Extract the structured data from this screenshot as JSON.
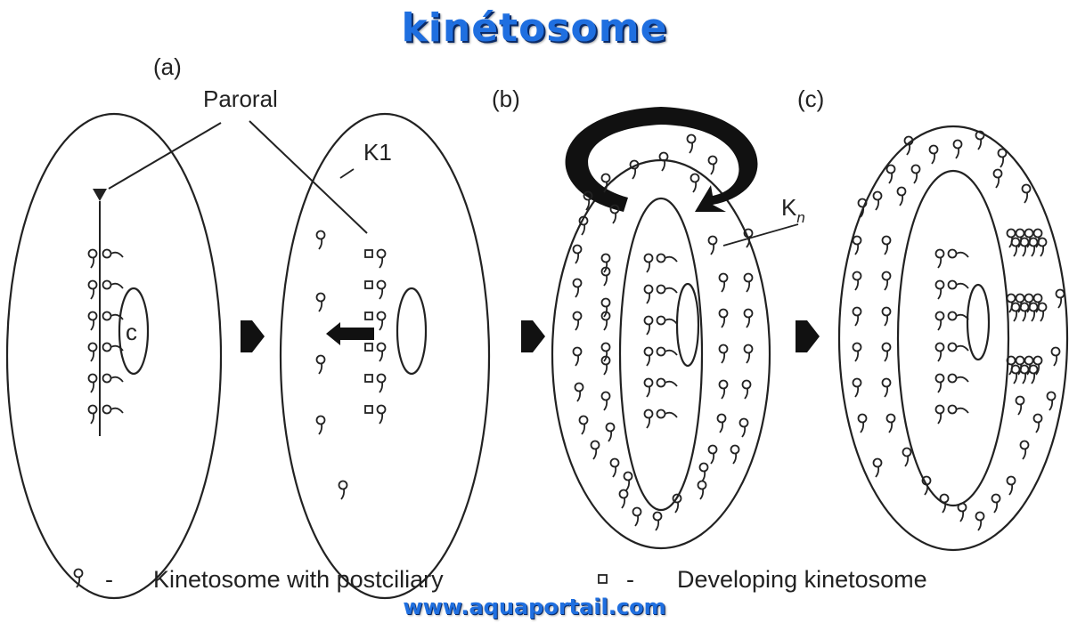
{
  "header": {
    "title": "kinétosome"
  },
  "footer": {
    "website": "www.aquaportail.com"
  },
  "diagram": {
    "panel_labels": {
      "a": "(a)",
      "b": "(b)",
      "c": "(c)"
    },
    "labels": {
      "paroral": "Paroral",
      "k1": "K1",
      "kn_base": "K",
      "kn_sub": "n",
      "c": "c"
    },
    "legend": {
      "dash": "-",
      "kinetosome_label": "Kinetosome with postciliary",
      "developing_label": "Developing kinetosome"
    }
  }
}
